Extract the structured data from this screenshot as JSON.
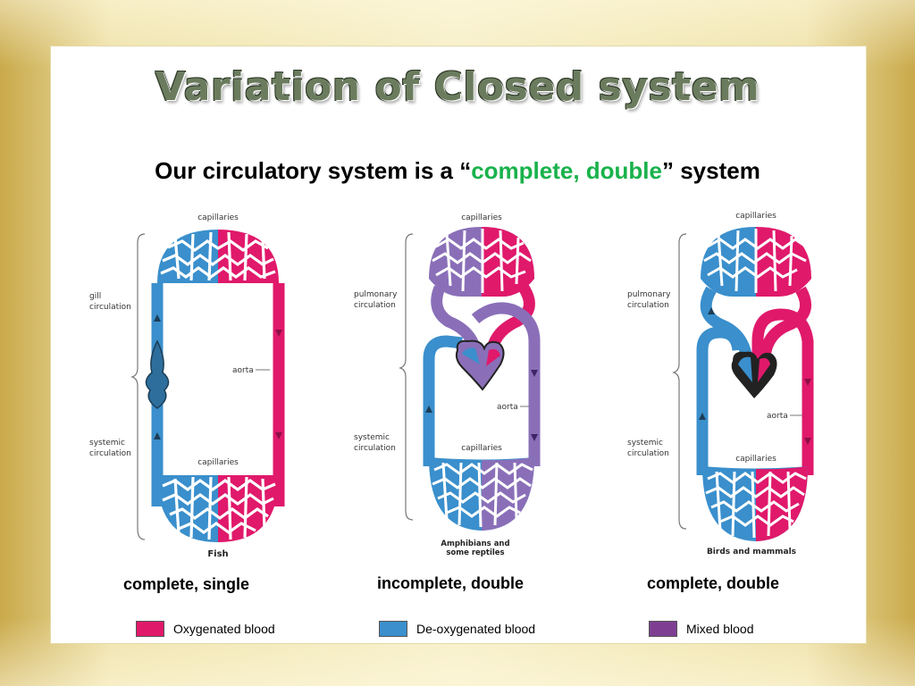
{
  "slide": {
    "title": "Variation of Closed system",
    "subtitle_pre": "Our circulatory system is a “",
    "subtitle_highlight": "complete, double",
    "subtitle_post": "” system"
  },
  "colors": {
    "oxygenated": "#e0196b",
    "deoxygenated": "#3a8fcc",
    "mixed": "#7e3f93",
    "highlight_green": "#19b24b"
  },
  "diagrams": [
    {
      "caption": "complete, single",
      "labels": {
        "top_capillaries": "capillaries",
        "upper_region": [
          "gill",
          "circulation"
        ],
        "aorta": "aorta",
        "lower_region": [
          "systemic",
          "circulation"
        ],
        "bottom_capillaries": "capillaries",
        "organism": "Fish"
      }
    },
    {
      "caption": "incomplete, double",
      "labels": {
        "top_capillaries": "capillaries",
        "upper_region": [
          "pulmonary",
          "circulation"
        ],
        "aorta": "aorta",
        "lower_region": [
          "systemic",
          "circulation"
        ],
        "bottom_capillaries": "capillaries",
        "organism": [
          "Amphibians and",
          "some reptiles"
        ]
      }
    },
    {
      "caption": "complete, double",
      "labels": {
        "top_capillaries": "capillaries",
        "upper_region": [
          "pulmonary",
          "circulation"
        ],
        "aorta": "aorta",
        "lower_region": [
          "systemic",
          "circulation"
        ],
        "bottom_capillaries": "capillaries",
        "organism": "Birds and mammals"
      }
    }
  ],
  "legend": [
    {
      "label": "Oxygenated blood",
      "color": "#e0196b"
    },
    {
      "label": "De-oxygenated blood",
      "color": "#3a8fcc"
    },
    {
      "label": "Mixed blood",
      "color": "#7e3f93"
    }
  ]
}
